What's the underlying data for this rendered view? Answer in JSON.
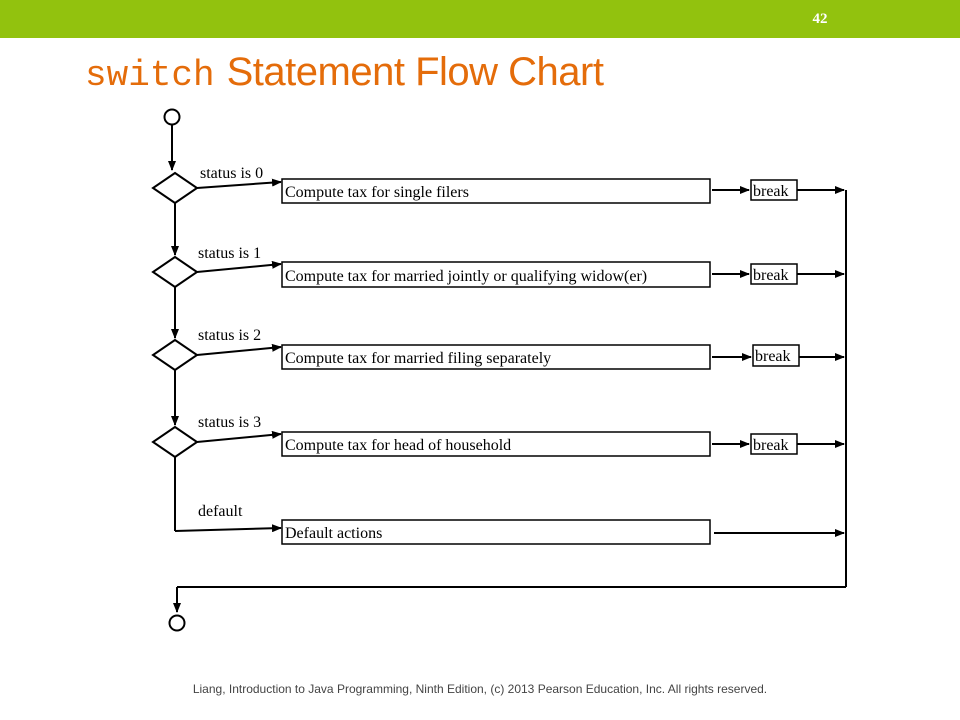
{
  "slide_number": "42",
  "title": {
    "code": "switch",
    "text": "Statement Flow Chart"
  },
  "colors": {
    "accent_bar": "#92C20E",
    "title": "#E46C0A"
  },
  "diagram": {
    "cases": [
      {
        "condition": "status is 0",
        "action": "Compute tax for single filers",
        "break": "break"
      },
      {
        "condition": "status is 1",
        "action": "Compute tax for married jointly or qualifying widow(er)",
        "break": "break"
      },
      {
        "condition": "status is 2",
        "action": "Compute tax for married filing separately",
        "break": "break"
      },
      {
        "condition": "status is 3",
        "action": "Compute tax for head of household",
        "break": "break"
      }
    ],
    "default": {
      "condition": "default",
      "action": "Default actions"
    }
  },
  "footer": "Liang, Introduction to Java Programming, Ninth Edition, (c) 2013 Pearson Education, Inc. All rights reserved."
}
